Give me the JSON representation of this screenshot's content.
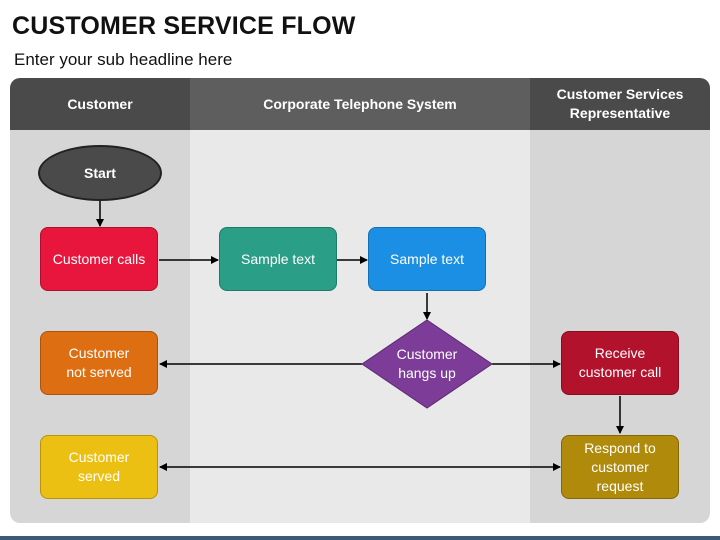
{
  "header": {
    "title": "CUSTOMER SERVICE FLOW",
    "subtitle": "Enter your sub headline here"
  },
  "lanes": [
    {
      "label": "Customer"
    },
    {
      "label": "Corporate Telephone System"
    },
    {
      "label": "Customer Services\nRepresentative"
    }
  ],
  "nodes": {
    "start": {
      "label": "Start",
      "color": "#4a4a4a"
    },
    "customer_calls": {
      "label": "Customer calls",
      "color": "#e8163c"
    },
    "sample_text_1": {
      "label": "Sample text",
      "color": "#2a9e86"
    },
    "sample_text_2": {
      "label": "Sample text",
      "color": "#1a8fe3"
    },
    "customer_hangs_up": {
      "label": "Customer\nhangs up",
      "color": "#7d3c98"
    },
    "customer_not_served": {
      "label": "Customer\nnot served",
      "color": "#dd6e12"
    },
    "receive_customer_call": {
      "label": "Receive\ncustomer call",
      "color": "#b3122c"
    },
    "customer_served": {
      "label": "Customer\nserved",
      "color": "#ecc012"
    },
    "respond_to_customer_request": {
      "label": "Respond to\ncustomer\nrequest",
      "color": "#b08a0a"
    }
  }
}
